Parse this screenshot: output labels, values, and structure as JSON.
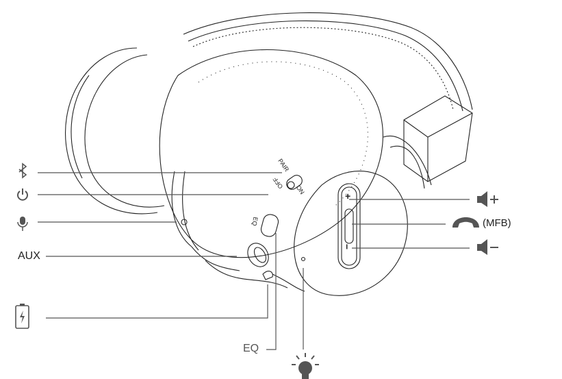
{
  "diagram": {
    "left_labels": {
      "bluetooth": "bluetooth-icon",
      "power": "power-icon",
      "microphone": "microphone-icon",
      "aux": "AUX",
      "charging": "battery-charging-icon"
    },
    "bottom_labels": {
      "eq": "EQ",
      "led": "led-light-icon"
    },
    "right_labels": {
      "volume_up": "volume-up-icon",
      "mfb": "(MFB)",
      "volume_down": "volume-down-icon"
    },
    "device_markings": {
      "pair": "PAIR",
      "off": "OFF",
      "on": "ON",
      "eq": "EQ",
      "plus": "+",
      "minus": "−"
    }
  }
}
